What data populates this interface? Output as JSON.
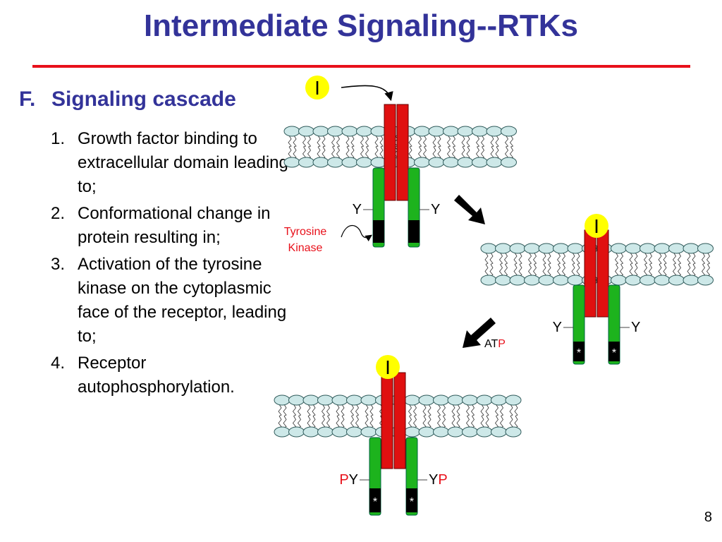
{
  "slide": {
    "title": "Intermediate Signaling--RTKs",
    "section_label": "F.",
    "section_title": "Signaling cascade",
    "page_number": "8"
  },
  "steps": [
    {
      "num": "1.",
      "text": "Growth factor binding to extracellular domain leading to;"
    },
    {
      "num": "2.",
      "text": "Conformational change in protein resulting in;"
    },
    {
      "num": "3.",
      "text": "Activation of the tyrosine kinase on the cytoplasmic face of the receptor, leading to;"
    },
    {
      "num": "4.",
      "text": "Receptor autophosphorylation."
    }
  ],
  "diagram": {
    "ligand_label": "I",
    "residue_label": "Y",
    "phospho_label": "P",
    "kinase_label_line1": "Tyrosine",
    "kinase_label_line2": "Kinase",
    "atp_prefix": "AT",
    "atp_suffix": "P",
    "active_marker": "*",
    "colors": {
      "text_blue": "#333399",
      "rule_red": "#e8101a",
      "receptor_red": "#e01010",
      "receptor_green": "#1db31d",
      "ligand_yellow": "#ffff00",
      "membrane_head": "#cde8e8",
      "highlight_red": "#e8101a"
    }
  }
}
